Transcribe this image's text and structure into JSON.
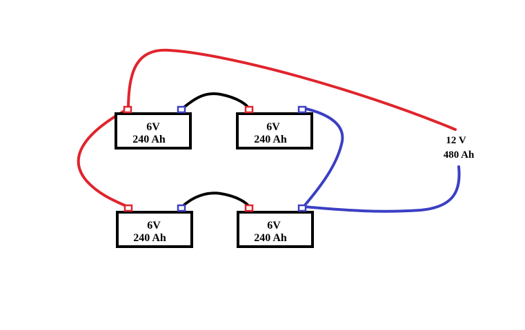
{
  "colors": {
    "positive": "#e0242c",
    "negative": "#3b3fc4",
    "link": "#000000"
  },
  "batteries": [
    {
      "voltage": "6V",
      "capacity": "240 Ah"
    },
    {
      "voltage": "6V",
      "capacity": "240 Ah"
    },
    {
      "voltage": "6V",
      "capacity": "240 Ah"
    },
    {
      "voltage": "6V",
      "capacity": "240 Ah"
    }
  ],
  "output": {
    "voltage": "12 V",
    "capacity": "480 Ah"
  }
}
